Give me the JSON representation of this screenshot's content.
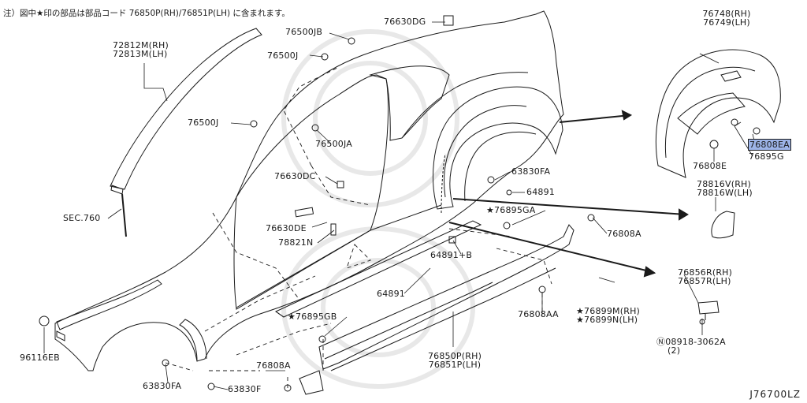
{
  "note": "注）図中★印の部品は部品コード 76850P(RH)/76851P(LH) に含まれます。",
  "diagram_code": "J76700LZ",
  "labels": {
    "p72812": [
      "72812M(RH)",
      "72813M(LH)"
    ],
    "p76500JB": "76500JB",
    "p76500J_top": "76500J",
    "p76500J_mid": "76500J",
    "p76500JA": "76500JA",
    "p76630DG": "76630DG",
    "p76748": [
      "76748(RH)",
      "76749(LH)"
    ],
    "p76630DC": "76630DC",
    "p63830FA_top": "63830FA",
    "p64891_top": "64891",
    "p76895GA": "★76895GA",
    "p76808A_right": "76808A",
    "p76630DE": "76630DE",
    "p78821N": "78821N",
    "p64891B": "64891+B",
    "p64891_low": "64891",
    "sec760": "SEC.760",
    "p96116EB": "96116EB",
    "p76895GB": "★76895GB",
    "p76808A_low": "76808A",
    "p63830FA_low": "63830FA",
    "p63830F": "63830F",
    "p76850P": [
      "76850P(RH)",
      "76851P(LH)"
    ],
    "p76808AA": "76808AA",
    "p76899": [
      "★76899M(RH)",
      "★76899N(LH)"
    ],
    "p76856R": [
      "76856R(RH)",
      "76857R(LH)"
    ],
    "p08918": [
      "Ⓝ08918-3062A",
      "(2)"
    ],
    "p76808EA": "76808EA",
    "p76808E": "76808E",
    "p76895G": "76895G",
    "p78816": [
      "78816V(RH)",
      "78816W(LH)"
    ]
  },
  "colors": {
    "highlight": "#9db4e8",
    "ink": "#1a1a1a",
    "watermark": "#e6e6e6"
  }
}
